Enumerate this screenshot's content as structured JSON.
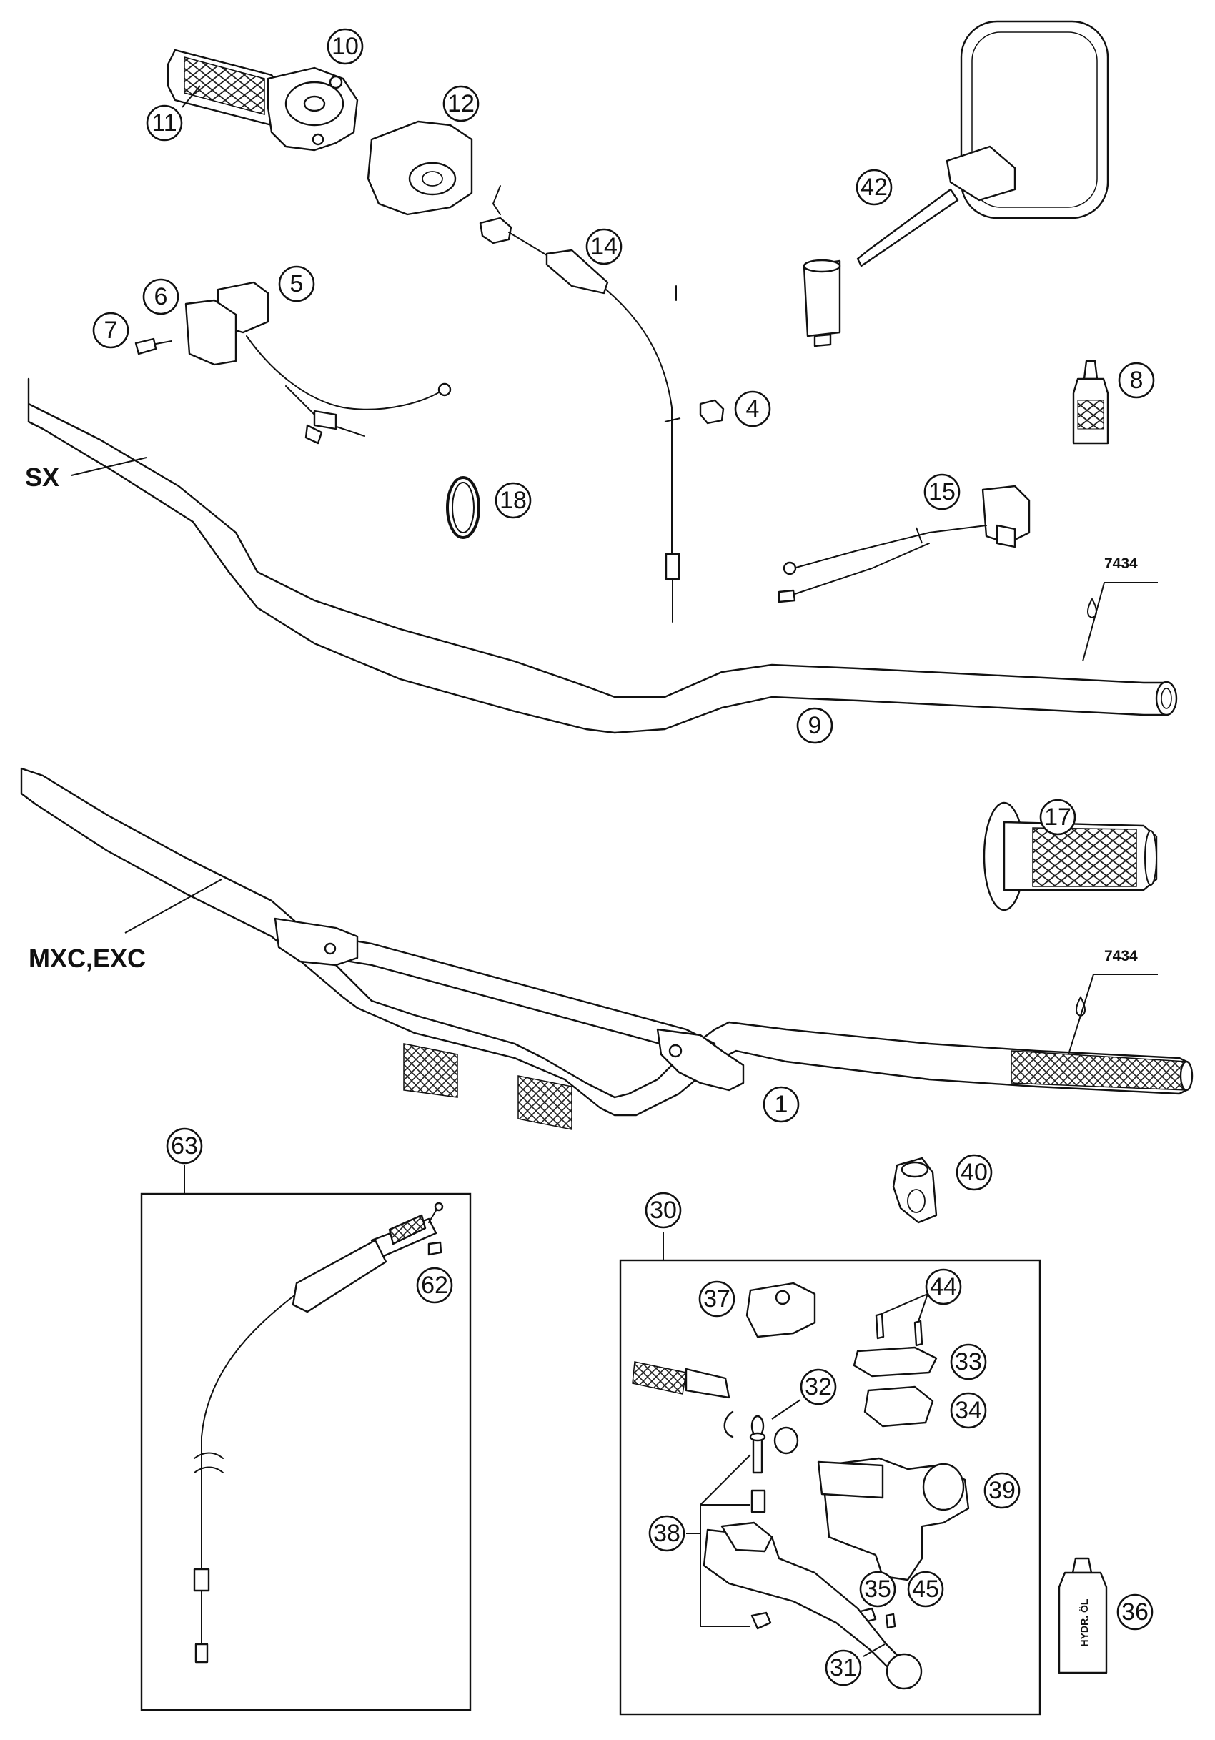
{
  "variant_labels": {
    "sx": "SX",
    "mxc_exc": "MXC,EXC"
  },
  "tool_codes": [
    "7434",
    "7434"
  ],
  "callouts": {
    "c1": "1",
    "c4": "4",
    "c5": "5",
    "c6": "6",
    "c7": "7",
    "c8": "8",
    "c9": "9",
    "c10": "10",
    "c11": "11",
    "c12": "12",
    "c14": "14",
    "c15": "15",
    "c17": "17",
    "c18": "18",
    "c30": "30",
    "c31": "31",
    "c32": "32",
    "c33": "33",
    "c34": "34",
    "c35": "35",
    "c36": "36",
    "c37": "37",
    "c38": "38",
    "c39": "39",
    "c40": "40",
    "c42": "42",
    "c44": "44",
    "c45": "45",
    "c62": "62",
    "c63": "63"
  },
  "bottle_label": "HYDR. ÖL"
}
